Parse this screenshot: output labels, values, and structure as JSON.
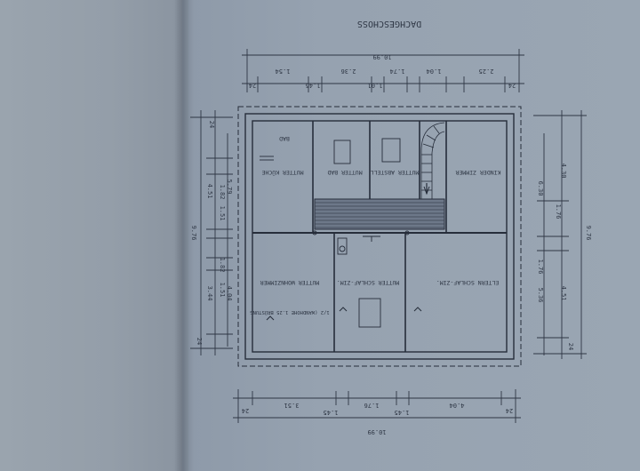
{
  "drawing": {
    "title": "DACHGESCHOSS",
    "top_overall": "10.99",
    "top_segments": [
      "2.25",
      "24",
      "1.04",
      "1.74",
      "1.01",
      "2.36",
      "1.45",
      "1.54",
      "24"
    ],
    "bottom_overall": "10.99",
    "bottom_segments": [
      "24",
      "4.04",
      "1.45",
      "1.76",
      "1.45",
      "3.51",
      "24"
    ],
    "left_overall": "9.76",
    "left_segments": [
      "24",
      "4.51",
      "1.82",
      "1.51",
      "1.82",
      "3.44",
      "1.51",
      "24"
    ],
    "left_inner": [
      "5.79",
      "4.04"
    ],
    "right_overall": "9.76",
    "right_segments": [
      "4.30",
      "1.76",
      "4.51",
      "24"
    ],
    "right_inner": [
      "6.30",
      "1.76",
      "5.36"
    ],
    "rooms": {
      "bad": "BAD",
      "mutter_kueche": "MUTTER KÜCHE",
      "mutter_bad": "MUTTER BAD",
      "mutter_abstell": "MUTTER ABSTELL",
      "kinderzimmer": "KINDER ZIMMER",
      "eltern_schlafzimmer": "ELTERN SCHLAF-ZIM.",
      "mutter_schlafzimmer": "MUTTER SCHLAF-ZIM.",
      "mutter_wohnzimmer": "MUTTER WOHNZIMMER",
      "window_note": "1/2 (WANDHOHE 1.25 BRÜSTUNG"
    }
  }
}
